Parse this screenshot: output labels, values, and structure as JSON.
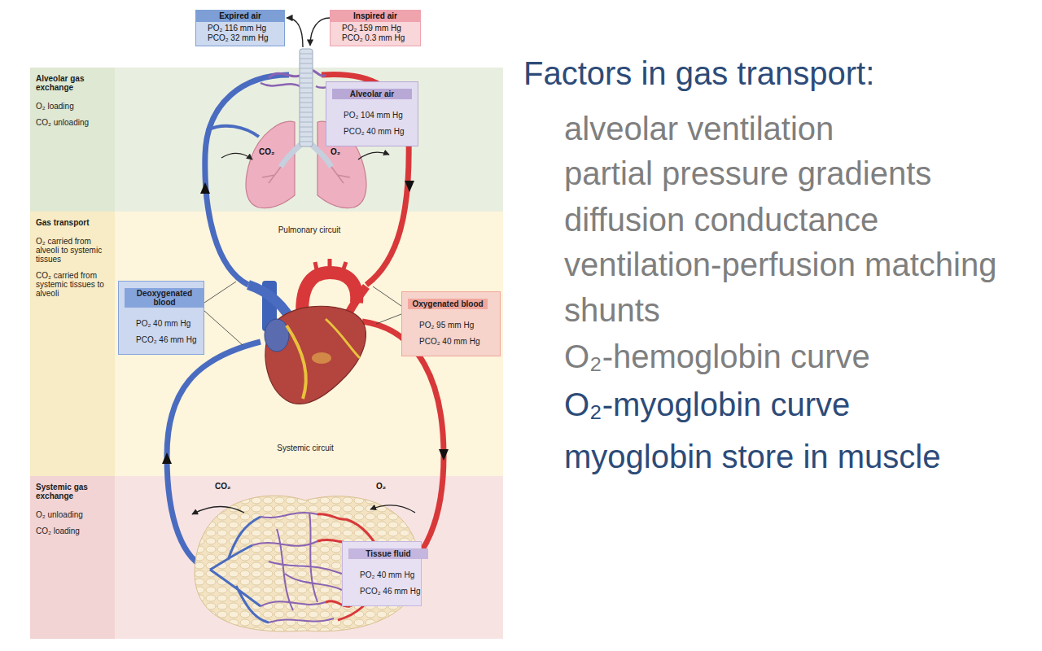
{
  "diagram": {
    "title": "Factors in gas transport:",
    "nodes": [
      {
        "text": [
          "Expired air",
          "PO₂ 116 mm Hg",
          "PCO₂ 32 mm Hg"
        ]
      },
      {
        "text": [
          "Inspired air",
          "PO₂ 159 mm Hg",
          "PCO₂ 0.3 mm Hg"
        ]
      },
      {
        "text": [
          "Alveolar gas exchange",
          "O₂ loading",
          "CO₂ unloading"
        ]
      },
      {
        "text": [
          "Alveolar air",
          "PO₂ 104 mm Hg",
          "PCO₂ 40 mm Hg"
        ],
        "in": 2
      },
      {
        "text": [
          "Gas transport",
          "O₂ carried from alveoli to systemic tissues",
          "CO₂ carried from systemic tissues to alveoli"
        ]
      },
      {
        "text": [
          "Deoxygenated blood",
          "PO₂ 40 mm Hg",
          "PCO₂ 46 mm Hg"
        ],
        "in": 4
      },
      {
        "text": [
          "Oxygenated blood",
          "PO₂ 95 mm Hg",
          "PCO₂ 40 mm Hg"
        ],
        "in": 4
      },
      {
        "text": [
          "Systemic gas exchange",
          "O₂ unloading",
          "CO₂ loading"
        ]
      },
      {
        "text": [
          "Tissue fluid",
          "PO₂ 40 mm Hg",
          "PCO₂ 46 mm Hg"
        ],
        "in": 7
      }
    ],
    "labels": [
      "CO₂",
      "O₂",
      "Pulmonary circuit",
      "Systemic circuit",
      "CO₂",
      "O₂",
      "alveolar ventilation",
      "partial pressure gradients",
      "diffusion conductance",
      "ventilation-perfusion matching",
      "shunts",
      "O₂-hemoglobin curve",
      "O₂-myoglobin curve",
      "myoglobin store in muscle"
    ]
  }
}
